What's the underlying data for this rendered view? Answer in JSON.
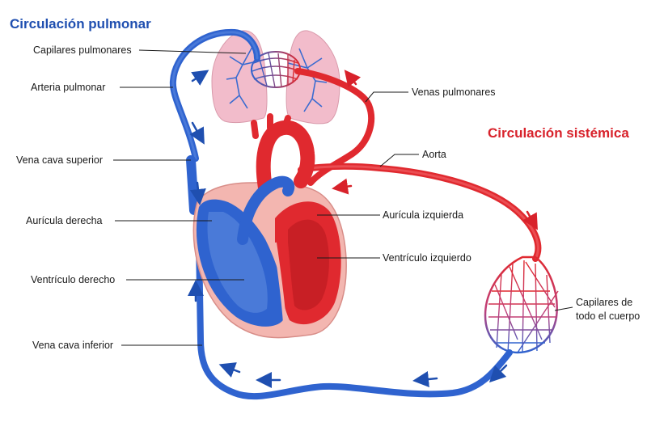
{
  "titles": {
    "pulmonary": "Circulación pulmonar",
    "systemic": "Circulación sistémica"
  },
  "labels": {
    "capilares_pulmonares": "Capilares pulmonares",
    "arteria_pulmonar": "Arteria pulmonar",
    "vena_cava_superior": "Vena cava superior",
    "auricula_derecha": "Aurícula derecha",
    "ventriculo_derecho": "Ventrículo derecho",
    "vena_cava_inferior": "Vena cava inferior",
    "venas_pulmonares": "Venas pulmonares",
    "aorta": "Aorta",
    "auricula_izquierda": "Aurícula izquierda",
    "ventriculo_izquierdo": "Ventrículo izquierdo",
    "capilares_cuerpo": "Capilares de todo el cuerpo"
  },
  "colors": {
    "deoxygenated": "#2f63cf",
    "oxygenated": "#e0292f",
    "lung": "#f2bccb",
    "pulmonary_title": "#1f4fb0",
    "systemic_title": "#d8222b"
  }
}
